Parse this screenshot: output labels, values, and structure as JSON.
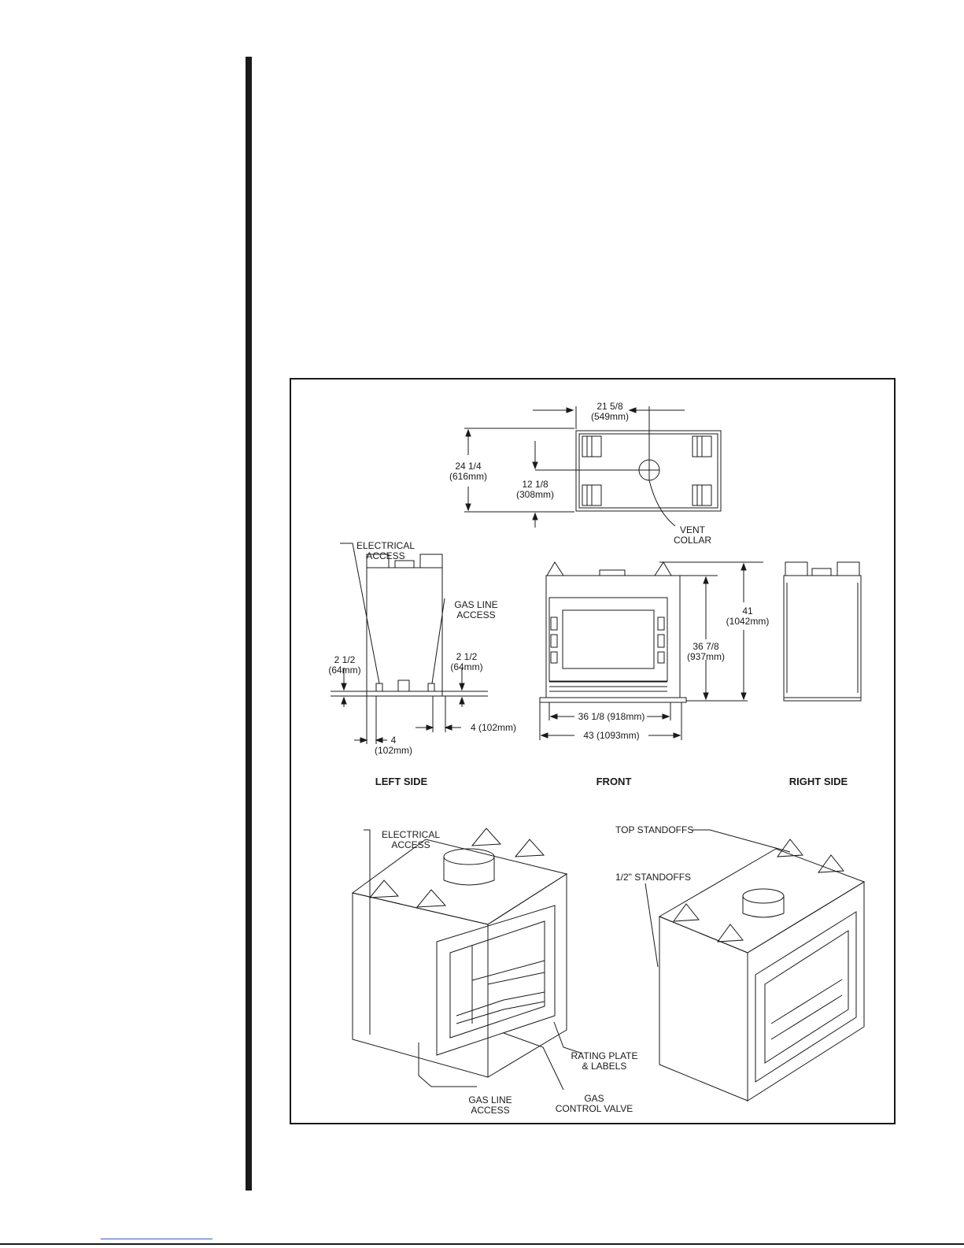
{
  "figure": {
    "views": {
      "left_side": "LEFT SIDE",
      "front": "FRONT",
      "right_side": "RIGHT SIDE"
    },
    "dimensions": {
      "top_width": [
        "21 5/8",
        "(549mm)"
      ],
      "top_depth": [
        "24 1/4",
        "(616mm)"
      ],
      "top_half_depth": [
        "12 1/8",
        "(308mm)"
      ],
      "side_offset_left": [
        "2 1/2",
        "(64mm)"
      ],
      "side_offset_right": [
        "2 1/2",
        "(64mm)"
      ],
      "side_bottom_left": [
        "4",
        "(102mm)"
      ],
      "side_bottom_right": "4 (102mm)",
      "front_height_total": [
        "41",
        "(1042mm)"
      ],
      "front_height_inner": [
        "36 7/8",
        "(937mm)"
      ],
      "front_width_inner": "36 1/8 (918mm)",
      "front_width_total": "43 (1093mm)"
    },
    "callouts": {
      "vent_collar": [
        "VENT",
        "COLLAR"
      ],
      "electrical_access": [
        "ELECTRICAL",
        "ACCESS"
      ],
      "gas_line_access": [
        "GAS LINE",
        "ACCESS"
      ],
      "electrical_access_iso": [
        "ELECTRICAL",
        "ACCESS"
      ],
      "rating_plate": [
        "RATING PLATE",
        "& LABELS"
      ],
      "gas_line_access_iso": [
        "GAS LINE",
        "ACCESS"
      ],
      "gas_control_valve": [
        "GAS",
        "CONTROL VALVE"
      ],
      "top_standoffs": "TOP STANDOFFS",
      "half_inch_standoffs": "1/2\" STANDOFFS"
    }
  }
}
